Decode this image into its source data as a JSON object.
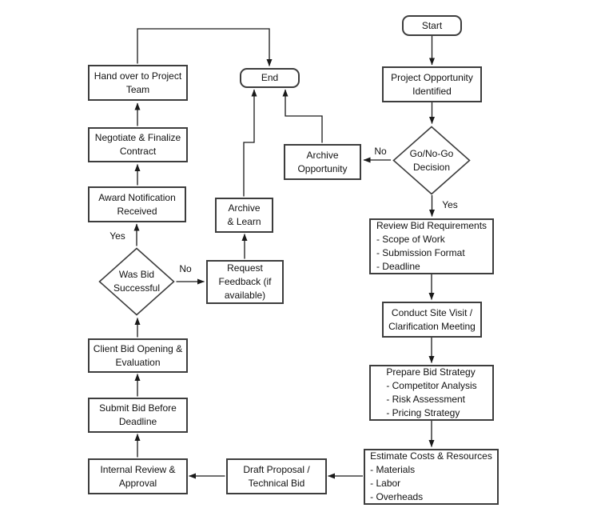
{
  "nodes": {
    "start": {
      "label": "Start"
    },
    "project_opportunity": {
      "label": "Project Opportunity Identified"
    },
    "go_no_go": {
      "label": "Go/No-Go Decision"
    },
    "archive_opportunity": {
      "label": "Archive Opportunity"
    },
    "review_bid": {
      "lines": [
        "Review Bid Requirements",
        "- Scope of Work",
        "- Submission Format",
        "- Deadline"
      ]
    },
    "conduct_site_visit": {
      "label": "Conduct Site Visit / Clarification Meeting"
    },
    "prepare_strategy": {
      "lines": [
        "Prepare Bid Strategy",
        "- Competitor Analysis",
        "- Risk Assessment",
        "- Pricing Strategy"
      ]
    },
    "estimate_costs": {
      "lines": [
        "Estimate Costs & Resources",
        "- Materials",
        "- Labor",
        "- Overheads"
      ]
    },
    "draft_proposal": {
      "label": "Draft Proposal / Technical Bid"
    },
    "internal_review": {
      "label": "Internal Review & Approval"
    },
    "submit_bid": {
      "label": "Submit Bid Before Deadline"
    },
    "client_bid_opening": {
      "label": "Client Bid Opening & Evaluation"
    },
    "was_bid_successful": {
      "label": "Was Bid Successful"
    },
    "request_feedback": {
      "label": "Request Feedback (if available)"
    },
    "archive_learn": {
      "lines": [
        "Archive",
        "& Learn"
      ]
    },
    "award_notification": {
      "label": "Award Notification Received"
    },
    "negotiate_contract": {
      "label": "Negotiate & Finalize Contract"
    },
    "hand_over": {
      "label": "Hand over to Project Team"
    },
    "end": {
      "label": "End"
    }
  },
  "edge_labels": {
    "go_no_go_no": "No",
    "go_no_go_yes": "Yes",
    "was_bid_yes": "Yes",
    "was_bid_no": "No"
  },
  "colors": {
    "node_border": "#3d3d3d",
    "connector": "#1a1a1a",
    "background": "#ffffff",
    "text": "#111111"
  }
}
